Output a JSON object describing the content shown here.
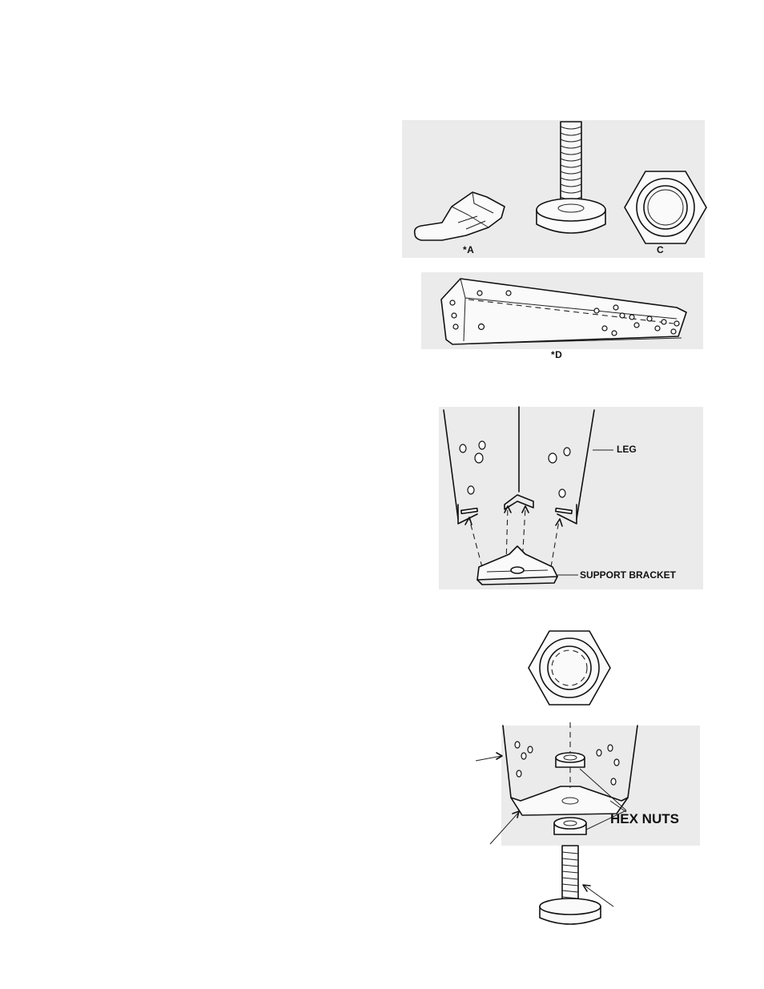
{
  "parts": {
    "a_label": "*A",
    "c_label": "C",
    "d_label": "*D"
  },
  "figure_leg_bracket": {
    "leg_label": "LEG",
    "bracket_label": "SUPPORT BRACKET"
  },
  "figure_assembly": {
    "hex_nuts_label": "HEX NUTS"
  }
}
